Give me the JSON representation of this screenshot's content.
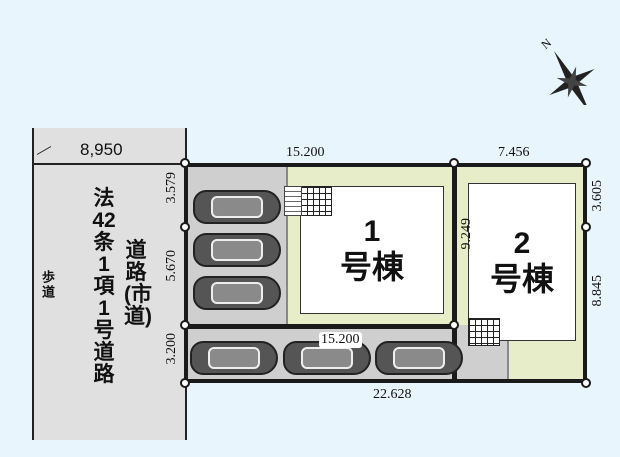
{
  "road": {
    "width": "8,950",
    "sidewalk_label": "歩道",
    "label_line1": "法42条1項1号道路",
    "label_line2": "道路(市道)"
  },
  "lots": {
    "lot1": {
      "number": "1",
      "name": "号棟"
    },
    "lot2": {
      "number": "2",
      "name": "号棟"
    }
  },
  "dimensions": {
    "top_lot1": "15.200",
    "top_lot2": "7.456",
    "left_upper": "3.579",
    "left_middle": "5.670",
    "left_lower": "3.200",
    "divider": "9.249",
    "right_upper": "3.605",
    "right_lower": "8.845",
    "inner_bottom": "15.200",
    "bottom_total": "22.628"
  },
  "compass": {
    "north_label": "N"
  },
  "colors": {
    "background": "#e9f5fc",
    "road": "#e0e0e0",
    "lawn": "#e7edc8",
    "parking": "#cfcfcf",
    "boundary": "#1a1a1a"
  }
}
